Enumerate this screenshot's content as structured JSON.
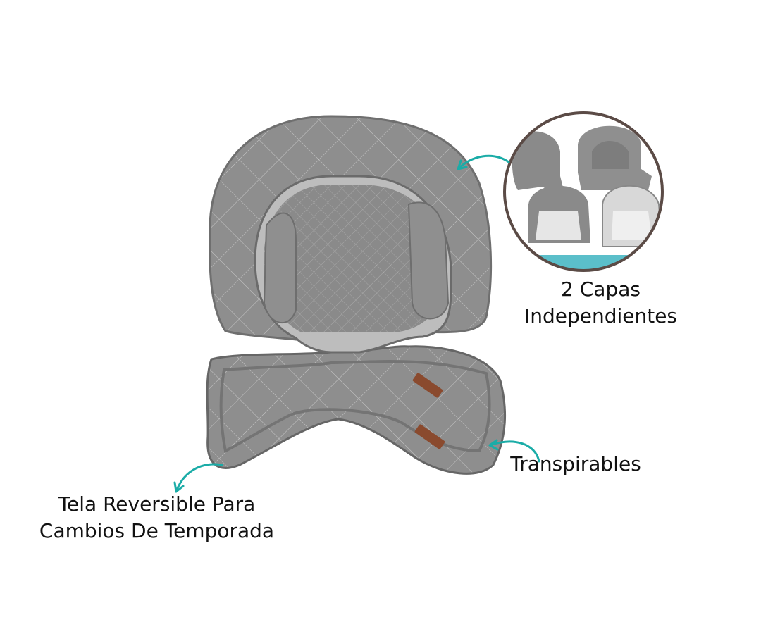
{
  "labels": {
    "layers": [
      "2 Capas",
      "Independientes"
    ],
    "breathable": "Transpirables",
    "reversible": [
      "Tela Reversible Para",
      "Cambios De Temporada"
    ]
  },
  "colors": {
    "arrow": "#1aaca7",
    "inset_border": "#5b4b46",
    "fabric": "#8e8e8e",
    "fabric_dark": "#6f6f6f",
    "lining": "#d9d9d9",
    "tag": "#8a4a2e",
    "inset_banner": "#5bbfca"
  },
  "icons": [
    "curved-arrow-icon",
    "curved-arrow-icon",
    "curved-arrow-icon"
  ]
}
